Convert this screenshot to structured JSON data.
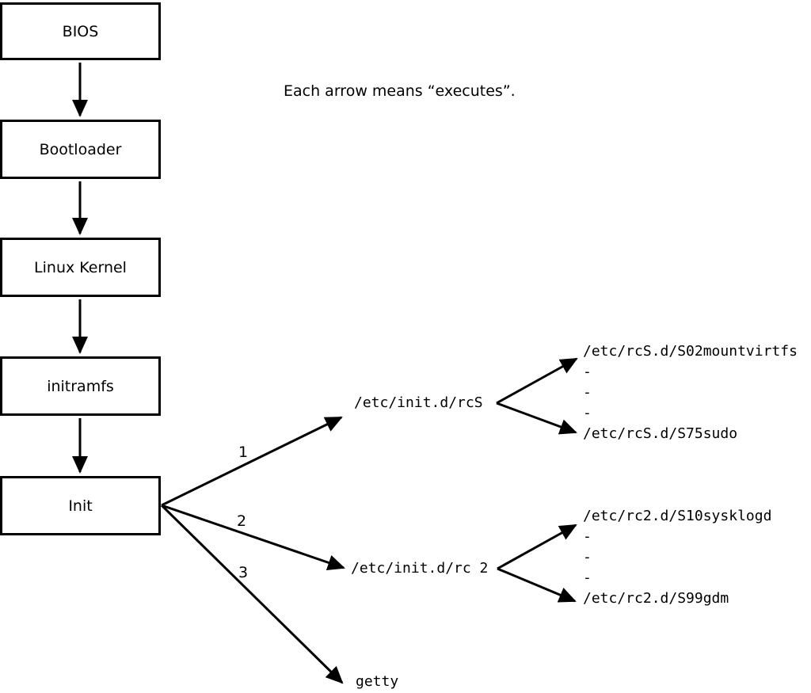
{
  "annotation": "Each arrow means “executes”.",
  "boot_chain": [
    {
      "label": "BIOS"
    },
    {
      "label": "Bootloader"
    },
    {
      "label": "Linux Kernel"
    },
    {
      "label": "initramfs"
    },
    {
      "label": "Init"
    }
  ],
  "init_branches": [
    {
      "number": "1",
      "target": "/etc/init.d/rcS",
      "children": [
        "/etc/rcS.d/S02mountvirtfs",
        "-",
        "-",
        "-",
        "/etc/rcS.d/S75sudo"
      ]
    },
    {
      "number": "2",
      "target": "/etc/init.d/rc 2",
      "children": [
        "/etc/rc2.d/S10sysklogd",
        "-",
        "-",
        "-",
        "/etc/rc2.d/S99gdm"
      ]
    },
    {
      "number": "3",
      "target": "getty",
      "children": []
    }
  ],
  "colors": {
    "line": "#000000",
    "background": "#ffffff"
  }
}
